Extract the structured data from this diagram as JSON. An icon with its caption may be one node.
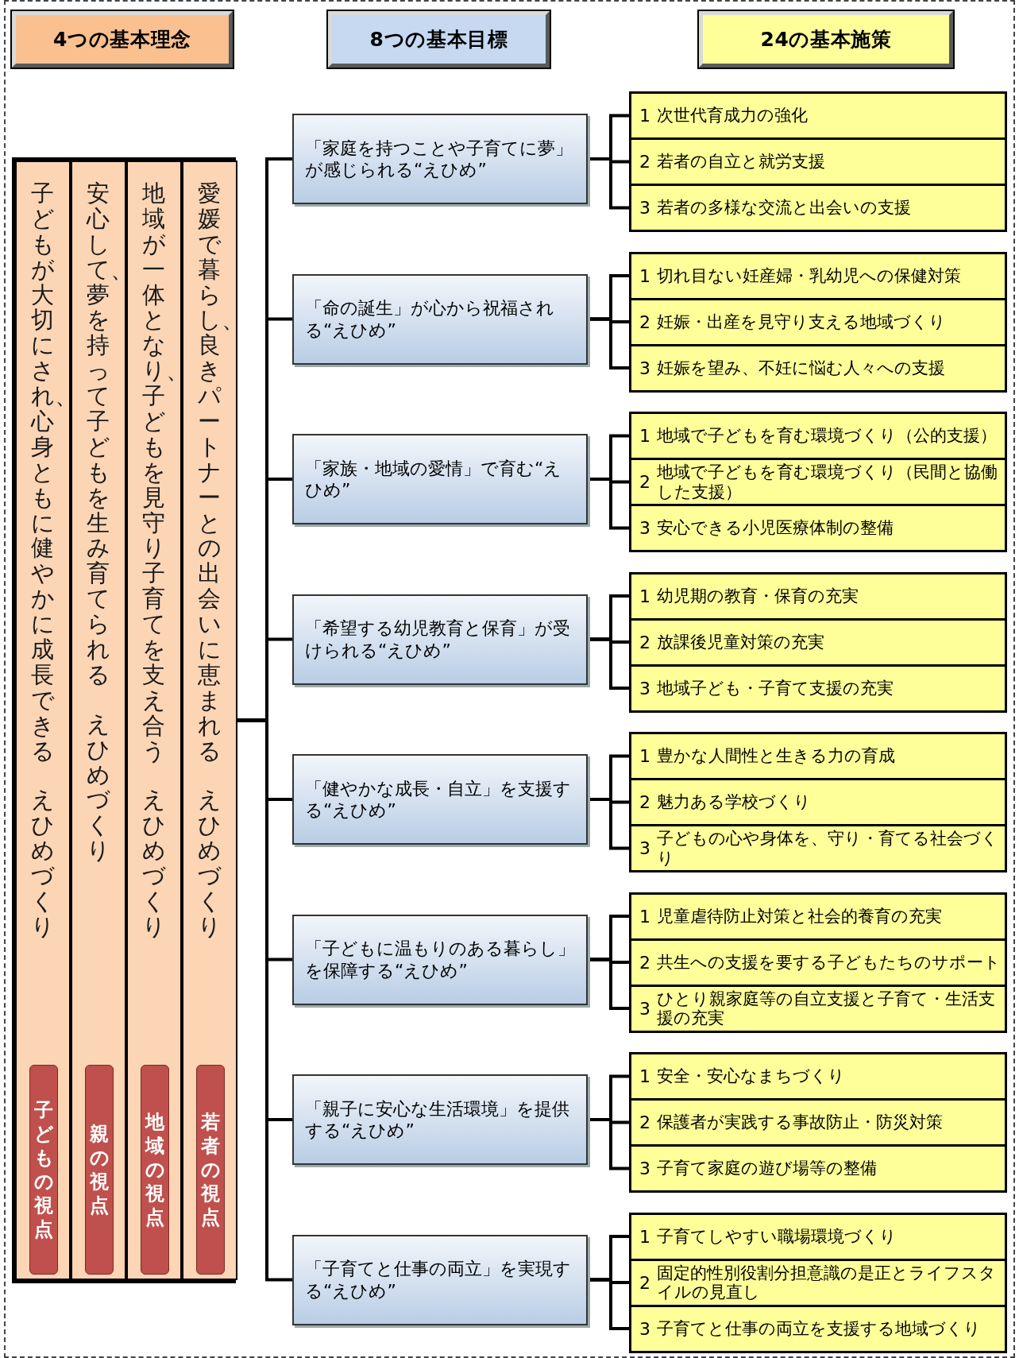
{
  "diagram": {
    "nodes": [
      {
        "text": [
          "4つの基本理念"
        ]
      },
      {
        "text": [
          "8つの基本目標"
        ]
      },
      {
        "text": [
          "24の基本施策"
        ]
      },
      {
        "text": [],
        "shape": "box"
      },
      {
        "text": [
          "愛媛で暮らし、良きパートナーとの出会いに恵まれる",
          "えひめづくり"
        ],
        "in": 3
      },
      {
        "text": [
          "若者の視点"
        ],
        "in": 4
      },
      {
        "text": [
          "地域が一体となり、子どもを見守り子育てを支え合う",
          "えひめづくり"
        ],
        "in": 3
      },
      {
        "text": [
          "地域の視点"
        ],
        "in": 6
      },
      {
        "text": [
          "安心して、夢を持って子どもを生み育てられる",
          "えひめづくり"
        ],
        "in": 3
      },
      {
        "text": [
          "親の視点"
        ],
        "in": 8
      },
      {
        "text": [
          "子どもが大切にされ、心身ともに健やかに成長できる",
          "えひめづくり"
        ],
        "in": 3
      },
      {
        "text": [
          "子どもの視点"
        ],
        "in": 10
      },
      {
        "text": [
          "「家庭を持つことや子育てに夢」が感じられる“えひめ”"
        ]
      },
      {
        "text": [
          "「命の誕生」が心から祝福される“えひめ”"
        ]
      },
      {
        "text": [
          "「家族・地域の愛情」で育む“えひめ”"
        ]
      },
      {
        "text": [
          "「希望する幼児教育と保育」が受けられる“えひめ”"
        ]
      },
      {
        "text": [
          "「健やかな成長・自立」を支援する“えひめ”"
        ]
      },
      {
        "text": [
          "「子どもに温もりのある暮らし」を保障する“えひめ”"
        ]
      },
      {
        "text": [
          "「親子に安心な生活環境」を提供する“えひめ”"
        ]
      },
      {
        "text": [
          "「子育てと仕事の両立」を実現する“えひめ”"
        ]
      },
      {
        "text": [
          "1",
          "次世代育成力の強化"
        ]
      },
      {
        "text": [
          "2",
          "若者の自立と就労支援"
        ]
      },
      {
        "text": [
          "3",
          "若者の多様な交流と出会いの支援"
        ]
      },
      {
        "text": [
          "1",
          "切れ目ない妊産婦・乳幼児への保健対策"
        ]
      },
      {
        "text": [
          "2",
          "妊娠・出産を見守り支える地域づくり"
        ]
      },
      {
        "text": [
          "3",
          "妊娠を望み、不妊に悩む人々への支援"
        ]
      },
      {
        "text": [
          "1",
          "地域で子どもを育む環境づくり（公的支援）"
        ]
      },
      {
        "text": [
          "2",
          "地域で子どもを育む環境づくり（民間と協働した支援）"
        ]
      },
      {
        "text": [
          "3",
          "安心できる小児医療体制の整備"
        ]
      },
      {
        "text": [
          "1",
          "幼児期の教育・保育の充実"
        ]
      },
      {
        "text": [
          "2",
          "放課後児童対策の充実"
        ]
      },
      {
        "text": [
          "3",
          "地域子ども・子育て支援の充実"
        ]
      },
      {
        "text": [
          "1",
          "豊かな人間性と生きる力の育成"
        ]
      },
      {
        "text": [
          "2",
          "魅力ある学校づくり"
        ]
      },
      {
        "text": [
          "3",
          "子どもの心や身体を、守り・育てる社会づくり"
        ]
      },
      {
        "text": [
          "1",
          "児童虐待防止対策と社会的養育の充実"
        ]
      },
      {
        "text": [
          "2",
          "共生への支援を要する子どもたちのサポート"
        ]
      },
      {
        "text": [
          "3",
          "ひとり親家庭等の自立支援と子育て・生活支援の充実"
        ]
      },
      {
        "text": [
          "1",
          "安全・安心なまちづくり"
        ]
      },
      {
        "text": [
          "2",
          "保護者が実践する事故防止・防災対策"
        ]
      },
      {
        "text": [
          "3",
          "子育て家庭の遊び場等の整備"
        ]
      },
      {
        "text": [
          "1",
          "子育てしやすい職場環境づくり"
        ]
      },
      {
        "text": [
          "2",
          "固定的性別役割分担意識の是正とライフスタイルの見直し"
        ]
      },
      {
        "text": [
          "3",
          "子育てと仕事の両立を支援する地域づくり"
        ]
      }
    ],
    "edges": [
      {
        "from": 3,
        "to": 12,
        "arrow": "none"
      },
      {
        "from": 3,
        "to": 13,
        "arrow": "none"
      },
      {
        "from": 3,
        "to": 14,
        "arrow": "none"
      },
      {
        "from": 3,
        "to": 15,
        "arrow": "none"
      },
      {
        "from": 3,
        "to": 16,
        "arrow": "none"
      },
      {
        "from": 3,
        "to": 17,
        "arrow": "none"
      },
      {
        "from": 3,
        "to": 18,
        "arrow": "none"
      },
      {
        "from": 3,
        "to": 19,
        "arrow": "none"
      },
      {
        "from": 12,
        "to": 20,
        "arrow": "none"
      },
      {
        "from": 12,
        "to": 21,
        "arrow": "none"
      },
      {
        "from": 12,
        "to": 22,
        "arrow": "none"
      },
      {
        "from": 13,
        "to": 23,
        "arrow": "none"
      },
      {
        "from": 13,
        "to": 24,
        "arrow": "none"
      },
      {
        "from": 13,
        "to": 25,
        "arrow": "none"
      },
      {
        "from": 14,
        "to": 26,
        "arrow": "none"
      },
      {
        "from": 14,
        "to": 27,
        "arrow": "none"
      },
      {
        "from": 14,
        "to": 28,
        "arrow": "none"
      },
      {
        "from": 15,
        "to": 29,
        "arrow": "none"
      },
      {
        "from": 15,
        "to": 30,
        "arrow": "none"
      },
      {
        "from": 15,
        "to": 31,
        "arrow": "none"
      },
      {
        "from": 16,
        "to": 32,
        "arrow": "none"
      },
      {
        "from": 16,
        "to": 33,
        "arrow": "none"
      },
      {
        "from": 16,
        "to": 34,
        "arrow": "none"
      },
      {
        "from": 17,
        "to": 35,
        "arrow": "none"
      },
      {
        "from": 17,
        "to": 36,
        "arrow": "none"
      },
      {
        "from": 17,
        "to": 37,
        "arrow": "none"
      },
      {
        "from": 18,
        "to": 38,
        "arrow": "none"
      },
      {
        "from": 18,
        "to": 39,
        "arrow": "none"
      },
      {
        "from": 18,
        "to": 40,
        "arrow": "none"
      },
      {
        "from": 19,
        "to": 41,
        "arrow": "none"
      },
      {
        "from": 19,
        "to": 42,
        "arrow": "none"
      },
      {
        "from": 19,
        "to": 43,
        "arrow": "none"
      }
    ]
  }
}
